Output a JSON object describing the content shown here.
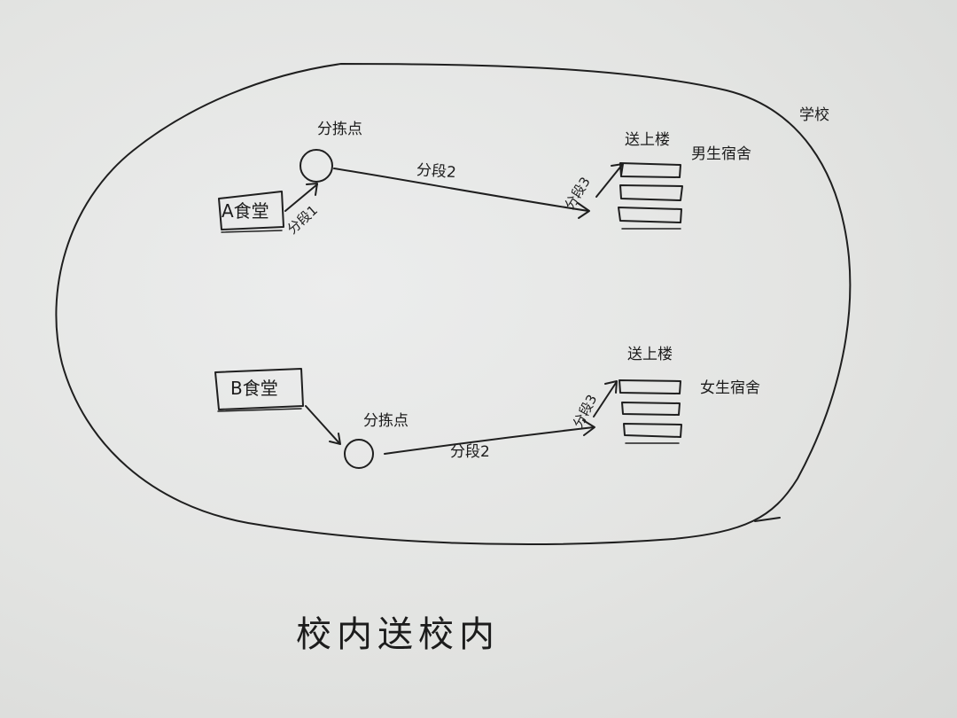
{
  "title": "校内送校内",
  "region_label": "学校",
  "canteens": {
    "a": "A食堂",
    "b": "B食堂"
  },
  "dorms": {
    "male": "男生宿舍",
    "female": "女生宿舍"
  },
  "transfer_points": {
    "top": "分拣点",
    "bottom": "分拣点"
  },
  "stages": {
    "top_1": "分段1",
    "top_2": "分段2",
    "top_3": "分段3",
    "bottom_2": "分段2",
    "bottom_3": "分段3"
  },
  "upstairs": {
    "male": "送上楼",
    "female": "送上楼"
  }
}
